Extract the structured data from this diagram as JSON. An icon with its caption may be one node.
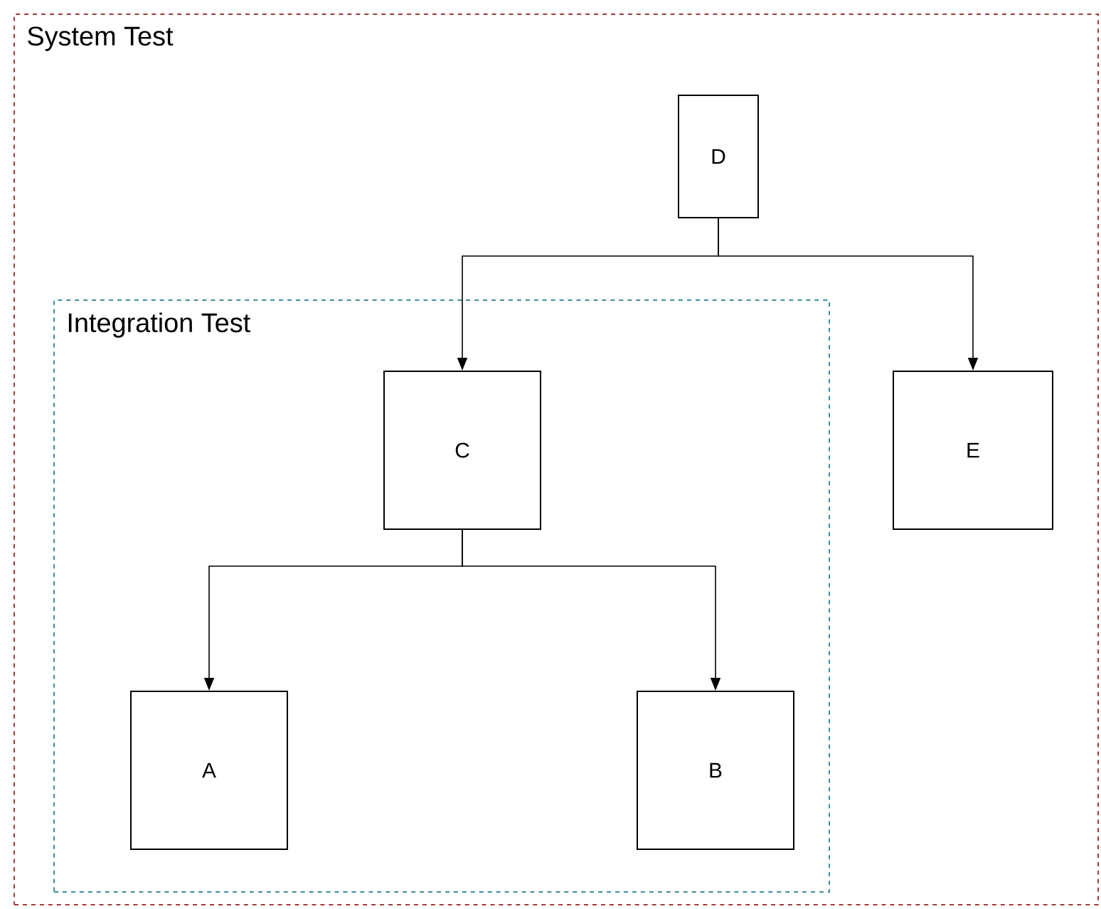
{
  "diagram": {
    "nodes": [
      {
        "text": [
          "System Test"
        ]
      },
      {
        "text": [
          "D"
        ],
        "in": 0
      },
      {
        "text": [
          "Integration Test"
        ],
        "in": 0
      },
      {
        "text": [
          "C"
        ],
        "in": 2
      },
      {
        "text": [
          "E"
        ],
        "in": 0
      },
      {
        "text": [
          "A"
        ],
        "in": 2
      },
      {
        "text": [
          "B"
        ],
        "in": 2
      }
    ],
    "edges": [
      {
        "from": 1,
        "to": 3,
        "arrow": "to"
      },
      {
        "from": 1,
        "to": 4,
        "arrow": "to"
      },
      {
        "from": 3,
        "to": 5,
        "arrow": "to"
      },
      {
        "from": 3,
        "to": 6,
        "arrow": "to"
      }
    ]
  }
}
